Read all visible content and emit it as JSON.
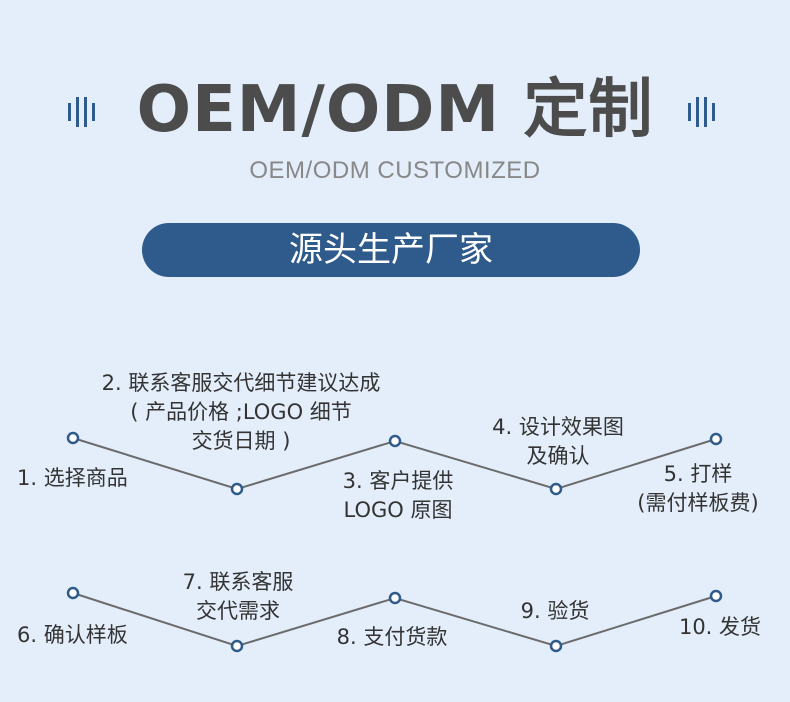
{
  "header": {
    "title": "OEM/ODM 定制",
    "subtitle": "OEM/ODM CUSTOMIZED",
    "pill": "源头生产厂家"
  },
  "colors": {
    "accent": "#2f5b8c",
    "background": "#e3eefa",
    "line": "#6b6b6b"
  },
  "steps": [
    {
      "lines": [
        "1. 选择商品"
      ]
    },
    {
      "lines": [
        "2. 联系客服交代细节建议达成",
        "( 产品价格 ;LOGO 细节",
        "交货日期 )"
      ]
    },
    {
      "lines": [
        "3. 客户提供",
        "LOGO 原图"
      ]
    },
    {
      "lines": [
        "4. 设计效果图",
        "及确认"
      ]
    },
    {
      "lines": [
        "5. 打样",
        "(需付样板费)"
      ]
    },
    {
      "lines": [
        "6. 确认样板"
      ]
    },
    {
      "lines": [
        "7. 联系客服",
        "交代需求"
      ]
    },
    {
      "lines": [
        "8. 支付货款"
      ]
    },
    {
      "lines": [
        "9. 验货"
      ]
    },
    {
      "lines": [
        "10. 发货"
      ]
    }
  ]
}
